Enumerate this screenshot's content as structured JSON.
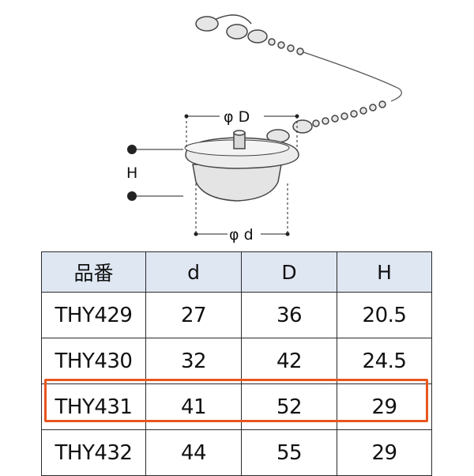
{
  "diagram": {
    "product": "rubber sink stopper with bead chain",
    "dim_D": "φ D",
    "dim_H": "H",
    "dim_d": "φ d"
  },
  "table": {
    "headers": [
      "品番",
      "d",
      "D",
      "H"
    ],
    "rows": [
      {
        "model": "THY429",
        "d": "27",
        "D": "36",
        "H": "20.5"
      },
      {
        "model": "THY430",
        "d": "32",
        "D": "42",
        "H": "24.5"
      },
      {
        "model": "THY431",
        "d": "41",
        "D": "52",
        "H": "29"
      },
      {
        "model": "THY432",
        "d": "44",
        "D": "55",
        "H": "29"
      }
    ],
    "highlighted_row": "THY431",
    "colors": {
      "header_bg": "#dfe7f3",
      "highlight": "#e8561e",
      "border": "#2b2b2b"
    }
  }
}
